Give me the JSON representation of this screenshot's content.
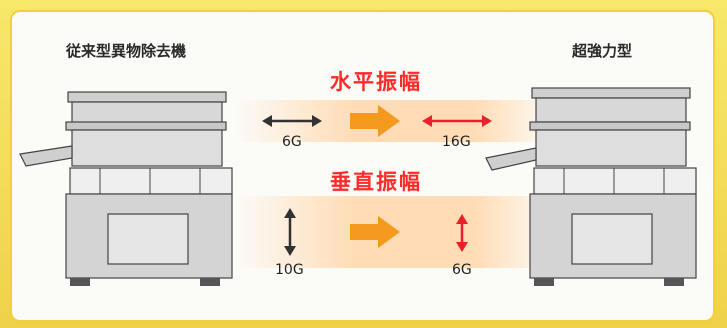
{
  "left_machine_label": "従来型異物除去機",
  "right_machine_label": "超強力型",
  "horizontal": {
    "heading": "水平振幅",
    "before_value": "6G",
    "after_value": "16G"
  },
  "vertical": {
    "heading": "垂直振幅",
    "before_value": "10G",
    "after_value": "6G"
  },
  "colors": {
    "heading": "#ff2a2a",
    "band": "#ffe3c2",
    "big_arrow": "#f59a1e",
    "before_arrow": "#333333",
    "after_arrow": "#e8202a",
    "machine_body": "#dcdcdc",
    "machine_outline": "#444444"
  }
}
